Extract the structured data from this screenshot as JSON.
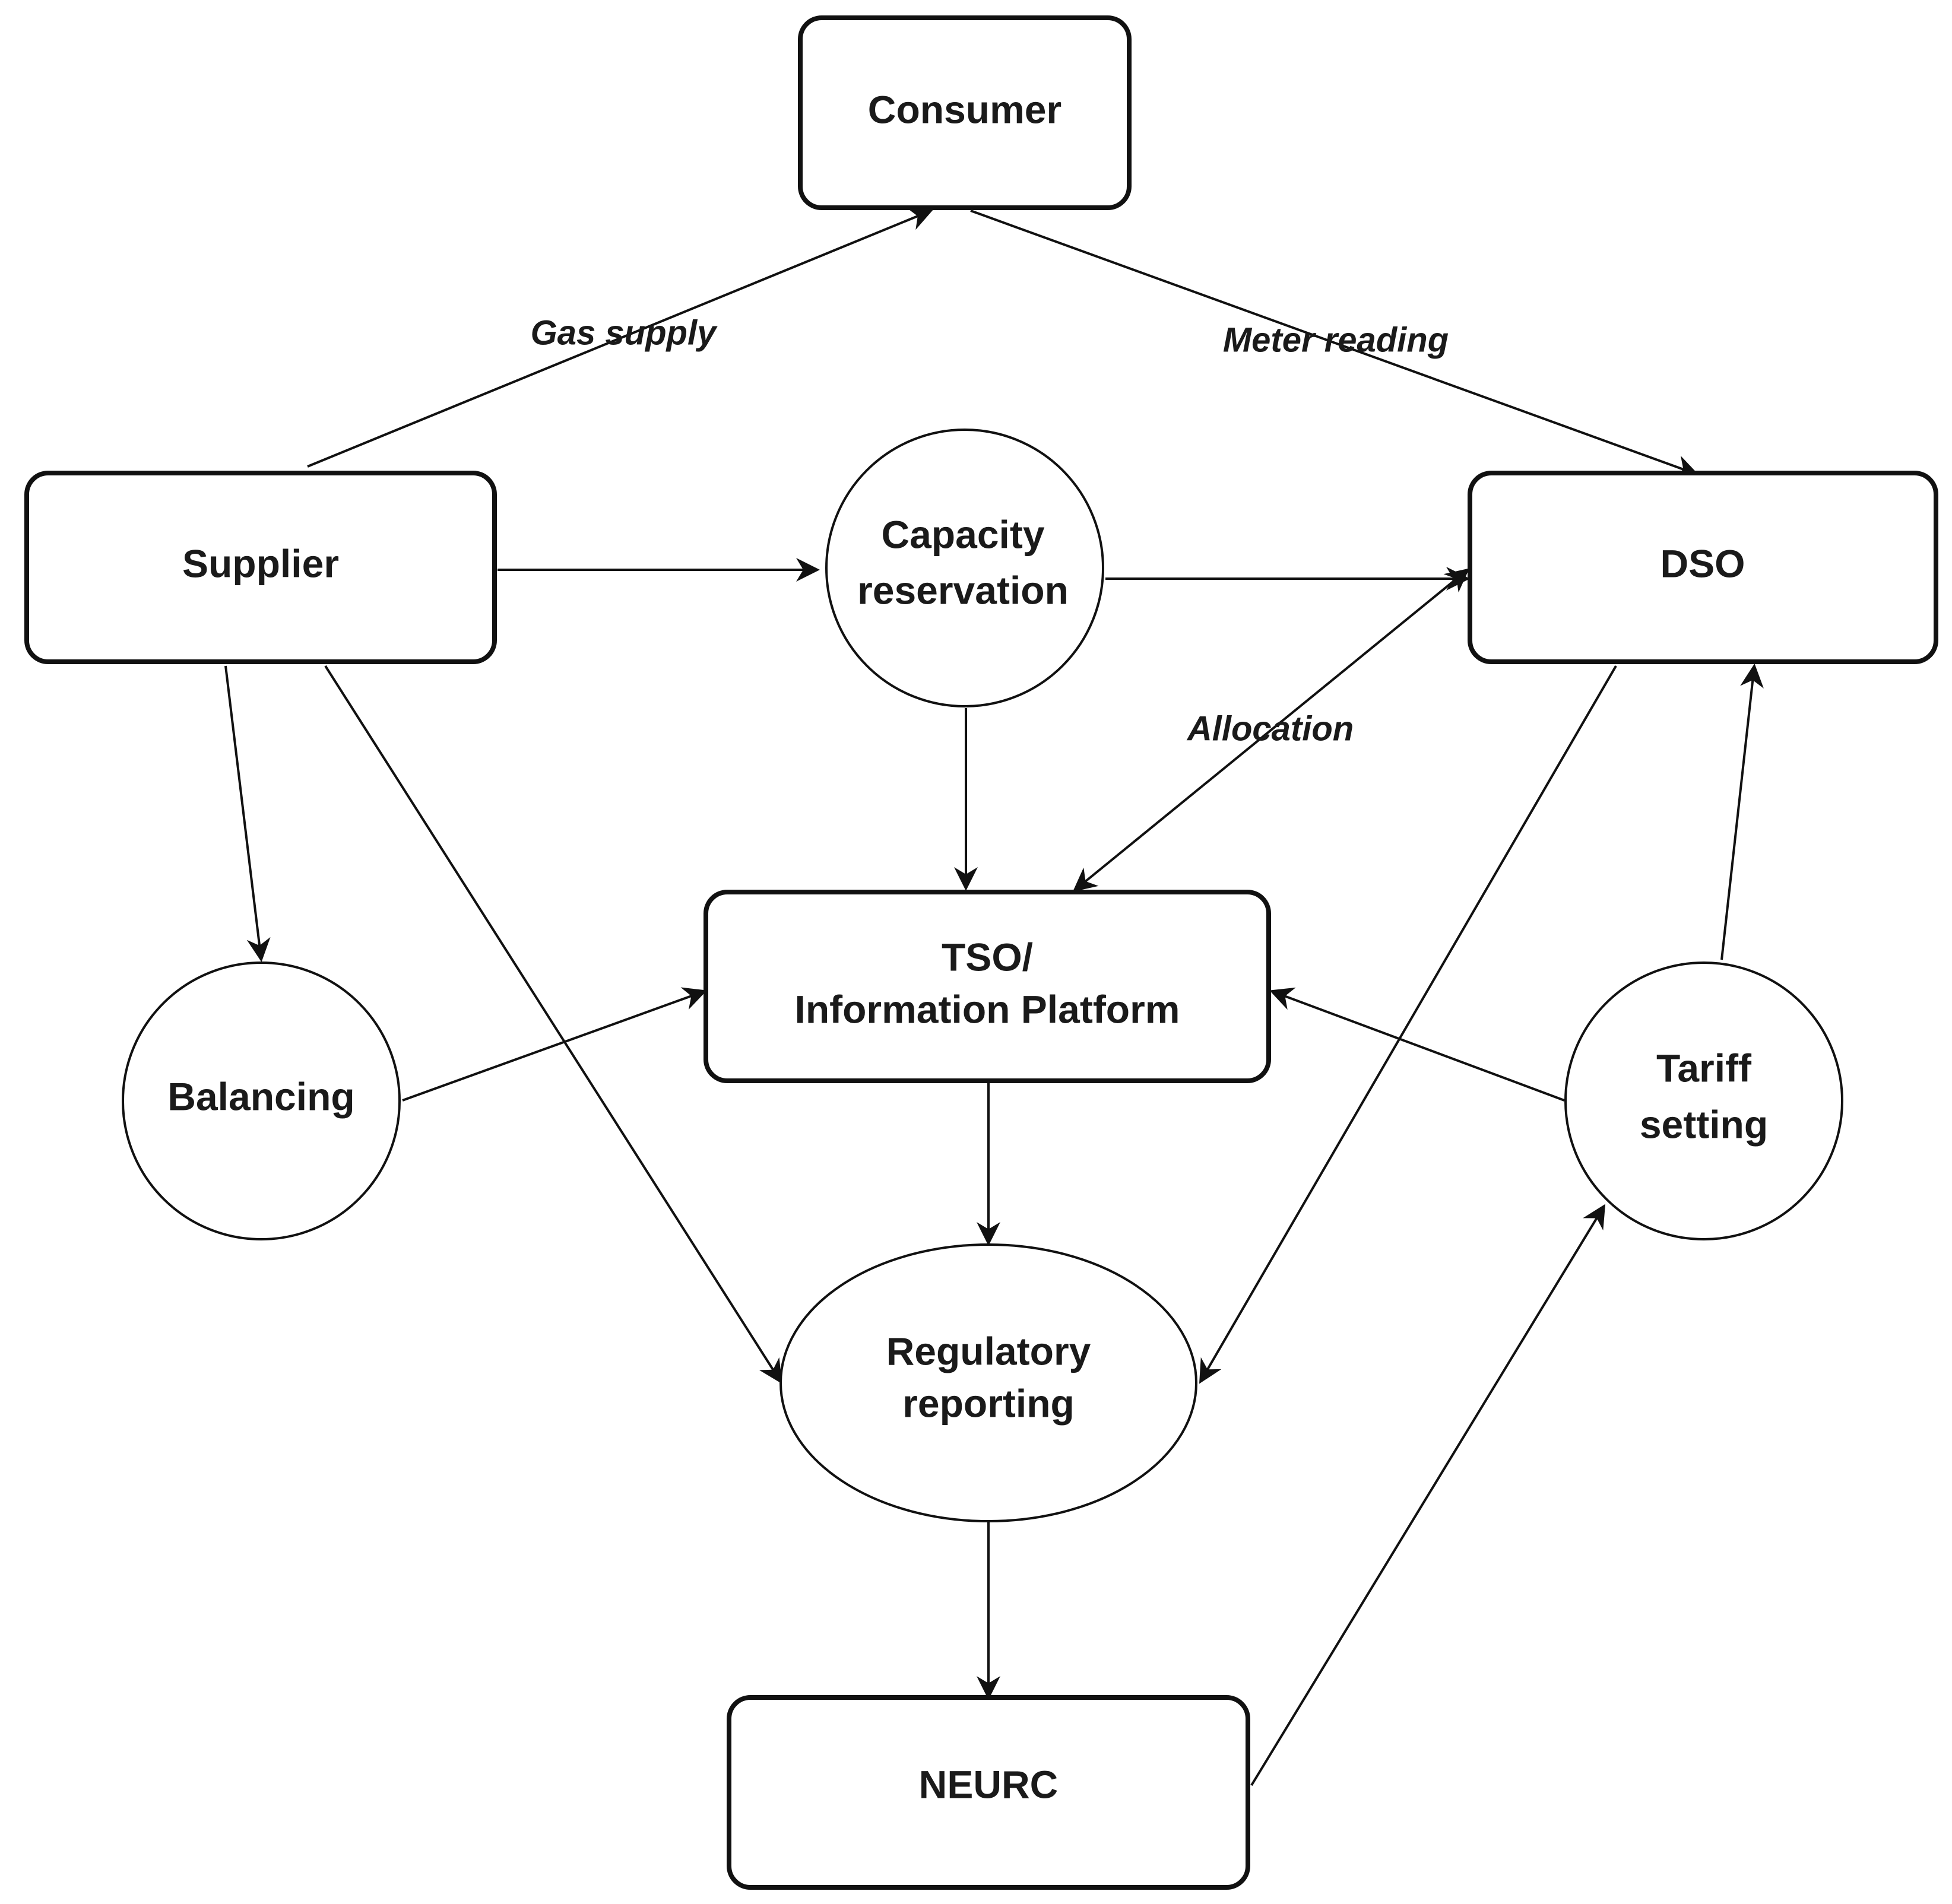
{
  "nodes": {
    "consumer": {
      "label": "Consumer"
    },
    "supplier": {
      "label": "Supplier"
    },
    "capacity": {
      "line1": "Capacity",
      "line2": "reservation"
    },
    "dso": {
      "label": "DSO"
    },
    "balancing": {
      "label": "Balancing"
    },
    "tso": {
      "line1": "TSO/",
      "line2": "Information Platform"
    },
    "tariff": {
      "line1": "Tariff",
      "line2": "setting"
    },
    "regulatory": {
      "line1": "Regulatory",
      "line2": "reporting"
    },
    "neurc": {
      "label": "NEURC"
    }
  },
  "edge_labels": {
    "gas_supply": "Gas supply",
    "meter_reading": "Meter reading",
    "allocation": "Allocation"
  },
  "colors": {
    "stroke": "#111111",
    "background": "#ffffff",
    "text": "#1a1a1a"
  }
}
